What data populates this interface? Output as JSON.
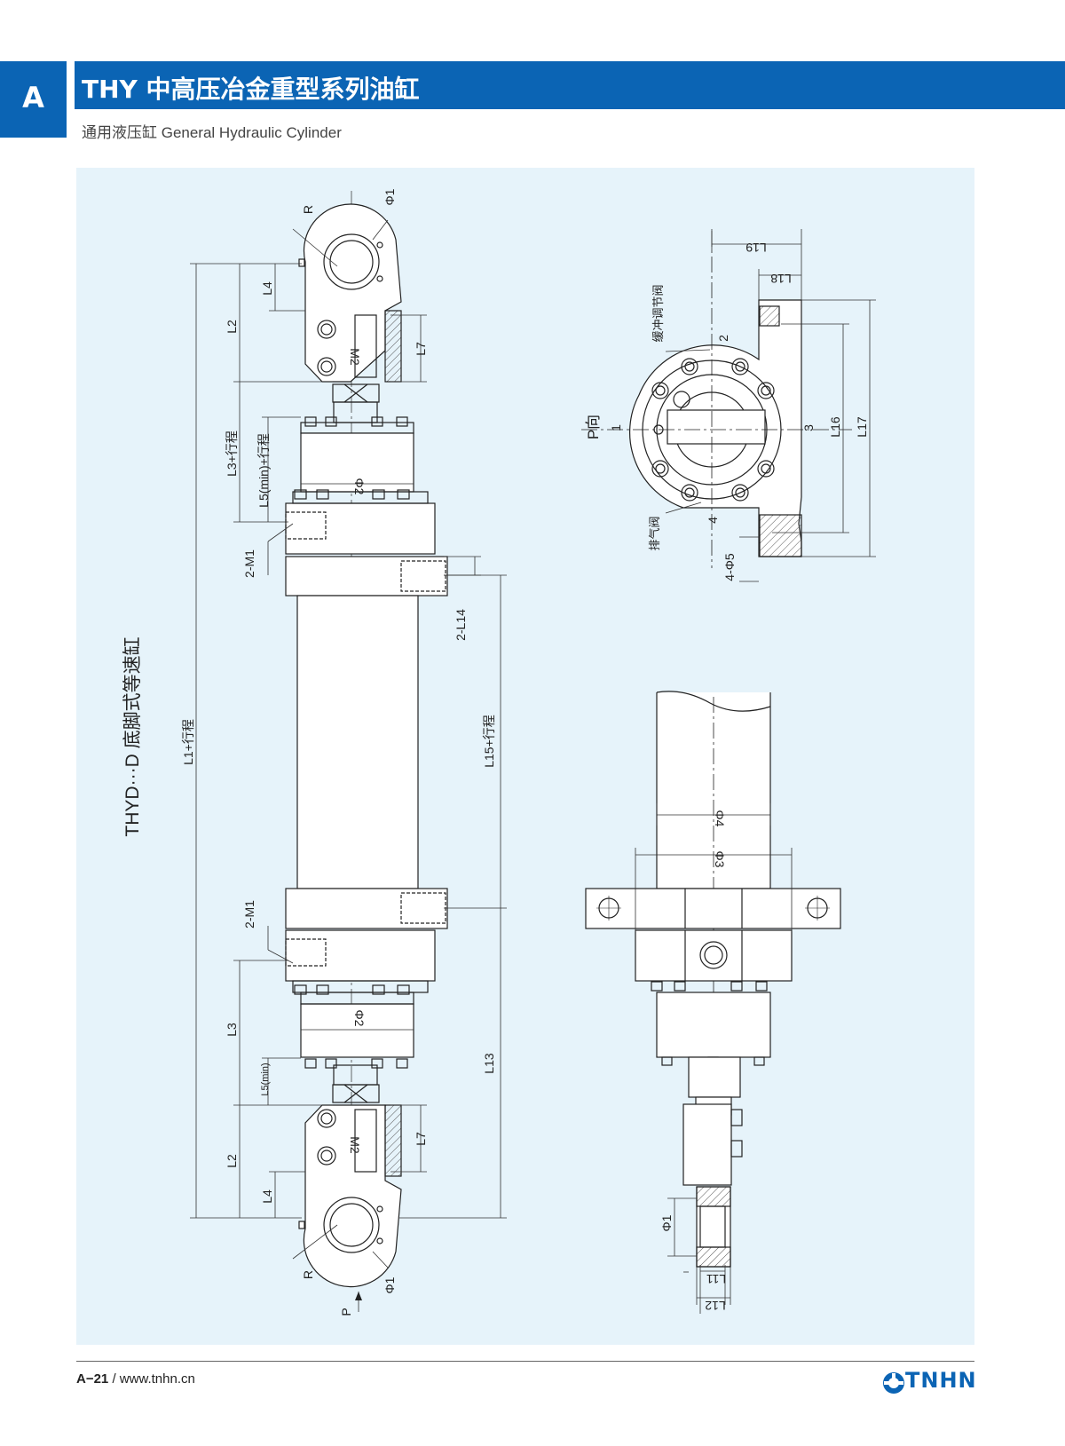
{
  "header": {
    "section_letter": "A",
    "title": "THY 中高压冶金重型系列油缸",
    "subtitle": "通用液压缸 General Hydraulic Cylinder"
  },
  "drawing": {
    "model_title": "THYD···D 底脚式等速缸",
    "view_label": "P向",
    "arrow_label": "P",
    "labels": {
      "R": "R",
      "phi1": "Φ1",
      "phi2": "Φ2",
      "phi3": "Φ3",
      "phi4": "Φ4",
      "phi5": "4-Φ5",
      "L1": "L1+行程",
      "L2": "L2",
      "L3s": "L3+行程",
      "L3": "L3",
      "L4": "L4",
      "L5s": "L5(min)+行程",
      "L5": "L5(min)",
      "L7": "L7",
      "L11": "L11",
      "L12": "L12",
      "L13": "L13",
      "L14": "2-L14",
      "L15": "L15+行程",
      "L16": "L16",
      "L17": "L17",
      "L18": "L18",
      "L19": "L19",
      "M1": "2-M1",
      "M2": "M2",
      "n1": "1",
      "n2": "2",
      "n3": "3",
      "n4": "4",
      "cushion_valve": "缓冲调节阀",
      "bleed_valve": "排气阀"
    }
  },
  "footer": {
    "page": "A−21",
    "sep": " / ",
    "website": "www.tnhn.cn",
    "brand": "TNHN"
  },
  "colors": {
    "brand_blue": "#0b64b4",
    "panel_bg": "#e6f3fa"
  }
}
